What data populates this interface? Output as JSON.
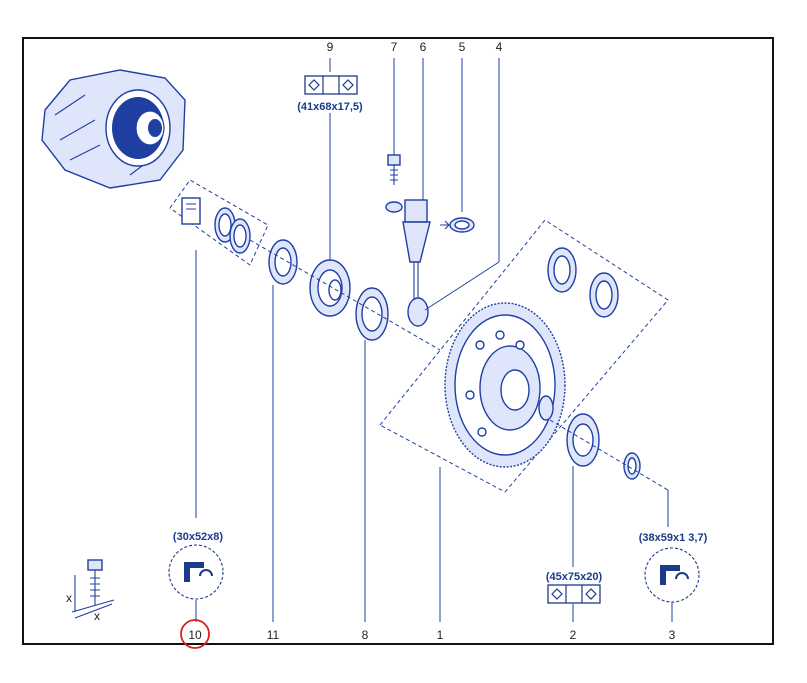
{
  "diagram": {
    "callouts": [
      {
        "id": "9",
        "label": "9"
      },
      {
        "id": "7",
        "label": "7"
      },
      {
        "id": "6",
        "label": "6"
      },
      {
        "id": "5",
        "label": "5"
      },
      {
        "id": "4",
        "label": "4"
      },
      {
        "id": "10",
        "label": "10",
        "highlighted": true
      },
      {
        "id": "11",
        "label": "11"
      },
      {
        "id": "8",
        "label": "8"
      },
      {
        "id": "1",
        "label": "1"
      },
      {
        "id": "2",
        "label": "2"
      },
      {
        "id": "3",
        "label": "3"
      }
    ],
    "dimensions": {
      "part9": "(41x68x17,5)",
      "part10": "(30x52x8)",
      "part2": "(45x75x20)",
      "part3": "(38x59x1 3,7)"
    },
    "torque_symbol_labels": {
      "x1": "x",
      "x2": "x"
    },
    "icons": [
      "gearbox-illustration",
      "bearing-icon",
      "seal-icon",
      "bolt-torque-icon"
    ],
    "colors": {
      "line": "#1f3fa3",
      "highlight": "#d62020",
      "text": "#222222"
    }
  }
}
